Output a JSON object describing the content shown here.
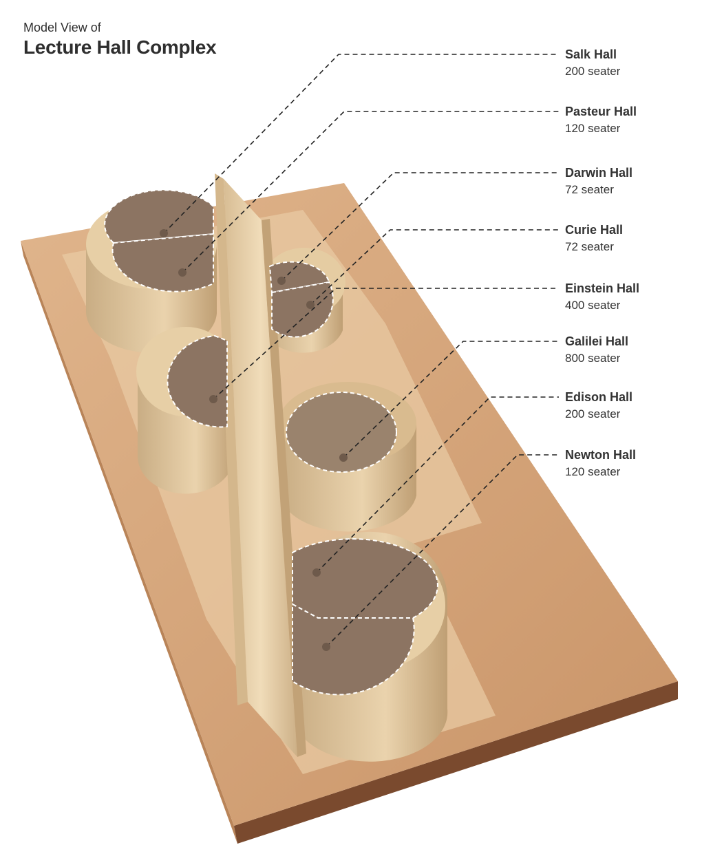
{
  "header": {
    "subtitle": "Model View of",
    "title": "Lecture Hall Complex"
  },
  "halls": [
    {
      "name": "Salk Hall",
      "capacity": "200 seater"
    },
    {
      "name": "Pasteur Hall",
      "capacity": "120 seater"
    },
    {
      "name": "Darwin Hall",
      "capacity": "72 seater"
    },
    {
      "name": "Curie Hall",
      "capacity": "72 seater"
    },
    {
      "name": "Einstein Hall",
      "capacity": "400 seater"
    },
    {
      "name": "Galilei Hall",
      "capacity": "800 seater"
    },
    {
      "name": "Edison Hall",
      "capacity": "200 seater"
    },
    {
      "name": "Newton Hall",
      "capacity": "120 seater"
    }
  ],
  "colors": {
    "base_top": "#d9a77b",
    "base_side_dark": "#7a4a2e",
    "wood_light": "#e9d2ac",
    "hall_floor": "#8c7462",
    "leader_line": "#222222"
  }
}
